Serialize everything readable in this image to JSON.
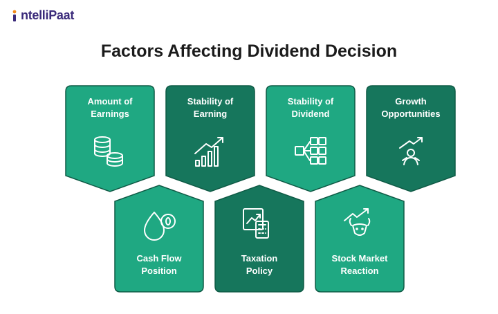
{
  "logo": {
    "text": "ntelliPaat"
  },
  "title": "Factors Affecting Dividend Decision",
  "colors": {
    "light": "#1fa882",
    "dark": "#16765c",
    "border": "#0f5a45",
    "text": "#ffffff"
  },
  "factors_top": [
    {
      "line1": "Amount of",
      "line2": "Earnings",
      "icon": "coins-icon"
    },
    {
      "line1": "Stability of",
      "line2": "Earning",
      "icon": "growth-chart-icon"
    },
    {
      "line1": "Stability of",
      "line2": "Dividend",
      "icon": "network-icon"
    },
    {
      "line1": "Growth",
      "line2": "Opportunities",
      "icon": "person-growth-icon"
    }
  ],
  "factors_bottom": [
    {
      "line1": "Cash Flow",
      "line2": "Position",
      "icon": "cash-drop-icon"
    },
    {
      "line1": "Taxation",
      "line2": "Policy",
      "icon": "tax-calculator-icon"
    },
    {
      "line1": "Stock Market",
      "line2": "Reaction",
      "icon": "bull-market-icon"
    }
  ]
}
